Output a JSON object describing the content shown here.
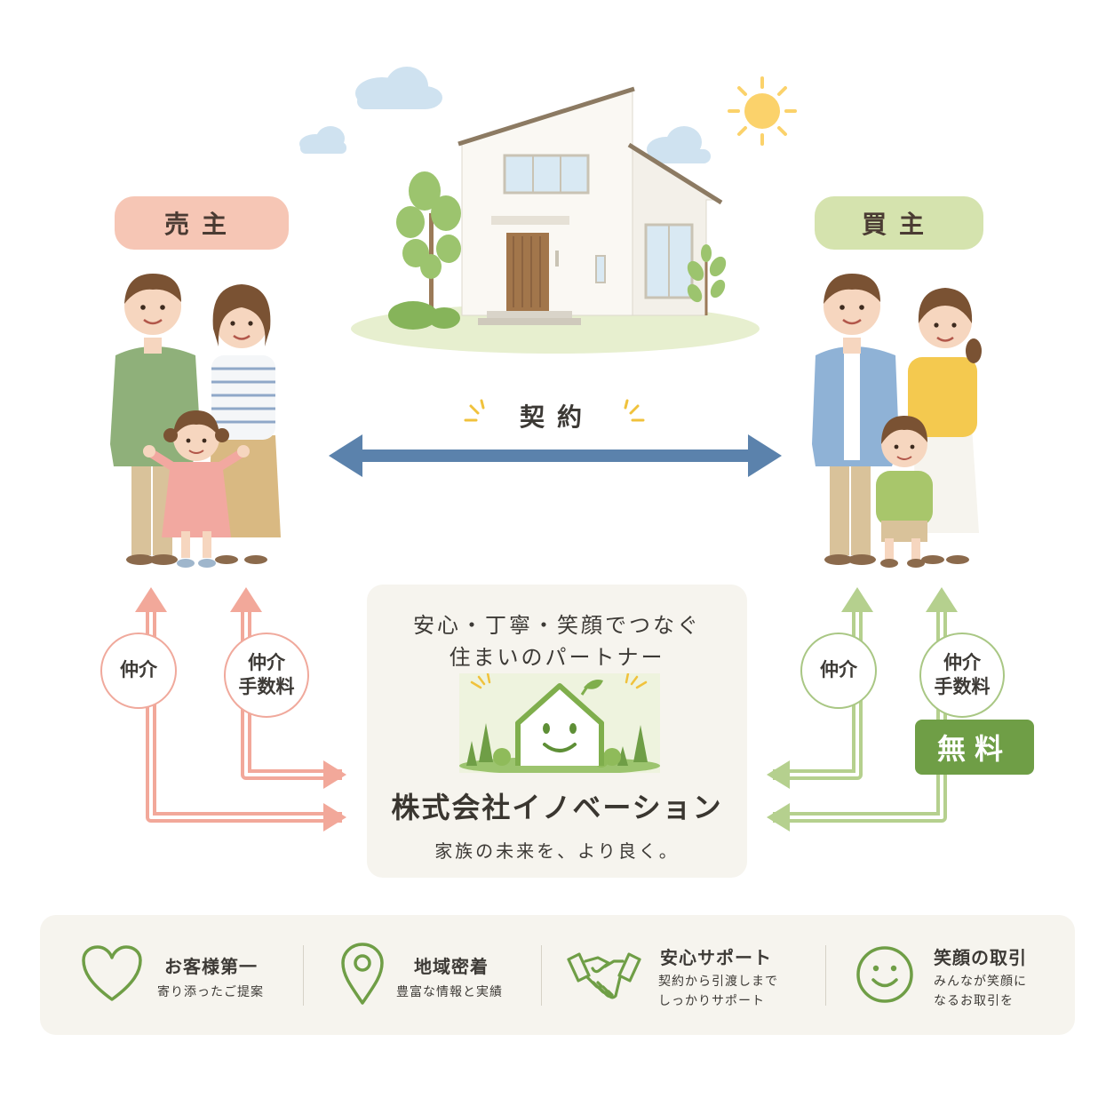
{
  "seller": {
    "label": "売主"
  },
  "buyer": {
    "label": "買主"
  },
  "contract": {
    "label": "契約"
  },
  "seller_flows": {
    "brokerage": "仲介",
    "fee_line1": "仲介",
    "fee_line2": "手数料"
  },
  "buyer_flows": {
    "brokerage": "仲介",
    "fee_line1": "仲介",
    "fee_line2": "手数料",
    "free_badge": "無料"
  },
  "company": {
    "tagline_line1": "安心・丁寧・笑顔でつなぐ",
    "tagline_line2": "住まいのパートナー",
    "name": "株式会社イノベーション",
    "slogan": "家族の未来を、より良く。"
  },
  "features": [
    {
      "icon": "heart-icon",
      "title": "お客様第一",
      "sub1": "寄り添ったご提案",
      "sub2": ""
    },
    {
      "icon": "location-pin-icon",
      "title": "地域密着",
      "sub1": "豊富な情報と実績",
      "sub2": ""
    },
    {
      "icon": "handshake-icon",
      "title": "安心サポート",
      "sub1": "契約から引渡しまで",
      "sub2": "しっかりサポート"
    },
    {
      "icon": "smiley-icon",
      "title": "笑顔の取引",
      "sub1": "みんなが笑顔に",
      "sub2": "なるお取引を"
    }
  ],
  "colors": {
    "seller_accent": "#f6c6b5",
    "seller_arrow": "#f2a89a",
    "buyer_accent": "#d5e3ae",
    "buyer_arrow": "#b5d08e",
    "contract_arrow": "#5b82ac",
    "free_badge": "#6f9e46",
    "icon_green": "#6f9e46"
  }
}
